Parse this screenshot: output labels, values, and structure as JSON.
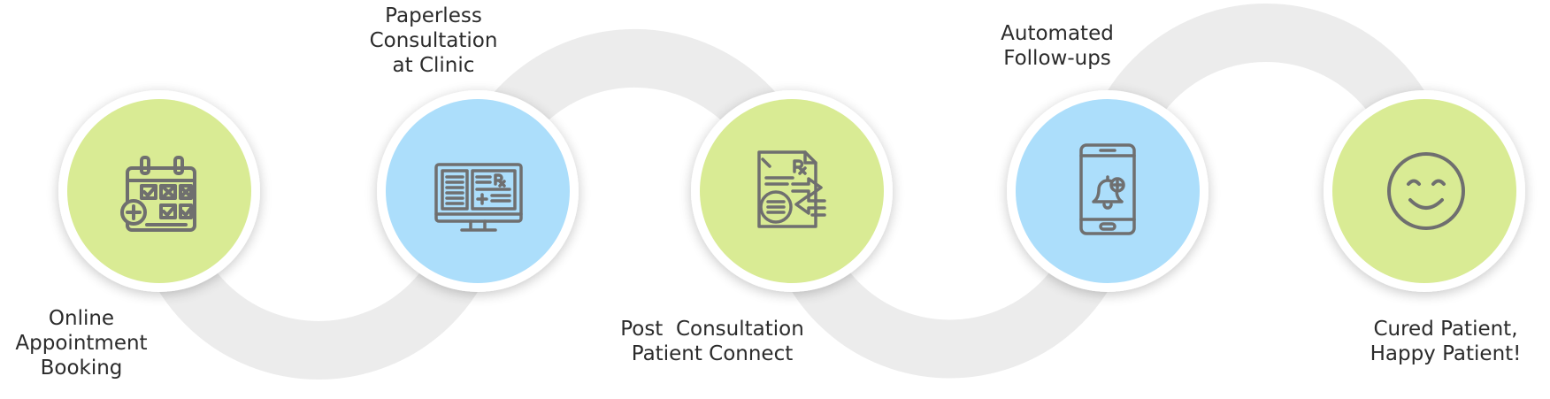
{
  "steps": [
    {
      "id": 1,
      "lines": [
        "Online",
        "Appointment",
        "Booking"
      ],
      "icon": "calendar-checklist-icon",
      "fill": "#d9eb94"
    },
    {
      "id": 2,
      "lines": [
        "Paperless",
        "Consultation",
        "at Clinic"
      ],
      "icon": "monitor-prescription-icon",
      "fill": "#acdefb"
    },
    {
      "id": 3,
      "lines": [
        "Post  Consultation",
        "Patient Connect"
      ],
      "icon": "prescription-transfer-icon",
      "fill": "#d9eb94"
    },
    {
      "id": 4,
      "lines": [
        "Automated",
        "Follow-ups"
      ],
      "icon": "phone-notification-icon",
      "fill": "#acdefb"
    },
    {
      "id": 5,
      "lines": [
        "Cured Patient,",
        "Happy Patient!"
      ],
      "icon": "smiley-face-icon",
      "fill": "#d9eb94"
    }
  ],
  "colors": {
    "track": "#ececec",
    "ring": "#ffffff",
    "icon_stroke": "#6f6f6f",
    "text": "#2b2b2b"
  }
}
